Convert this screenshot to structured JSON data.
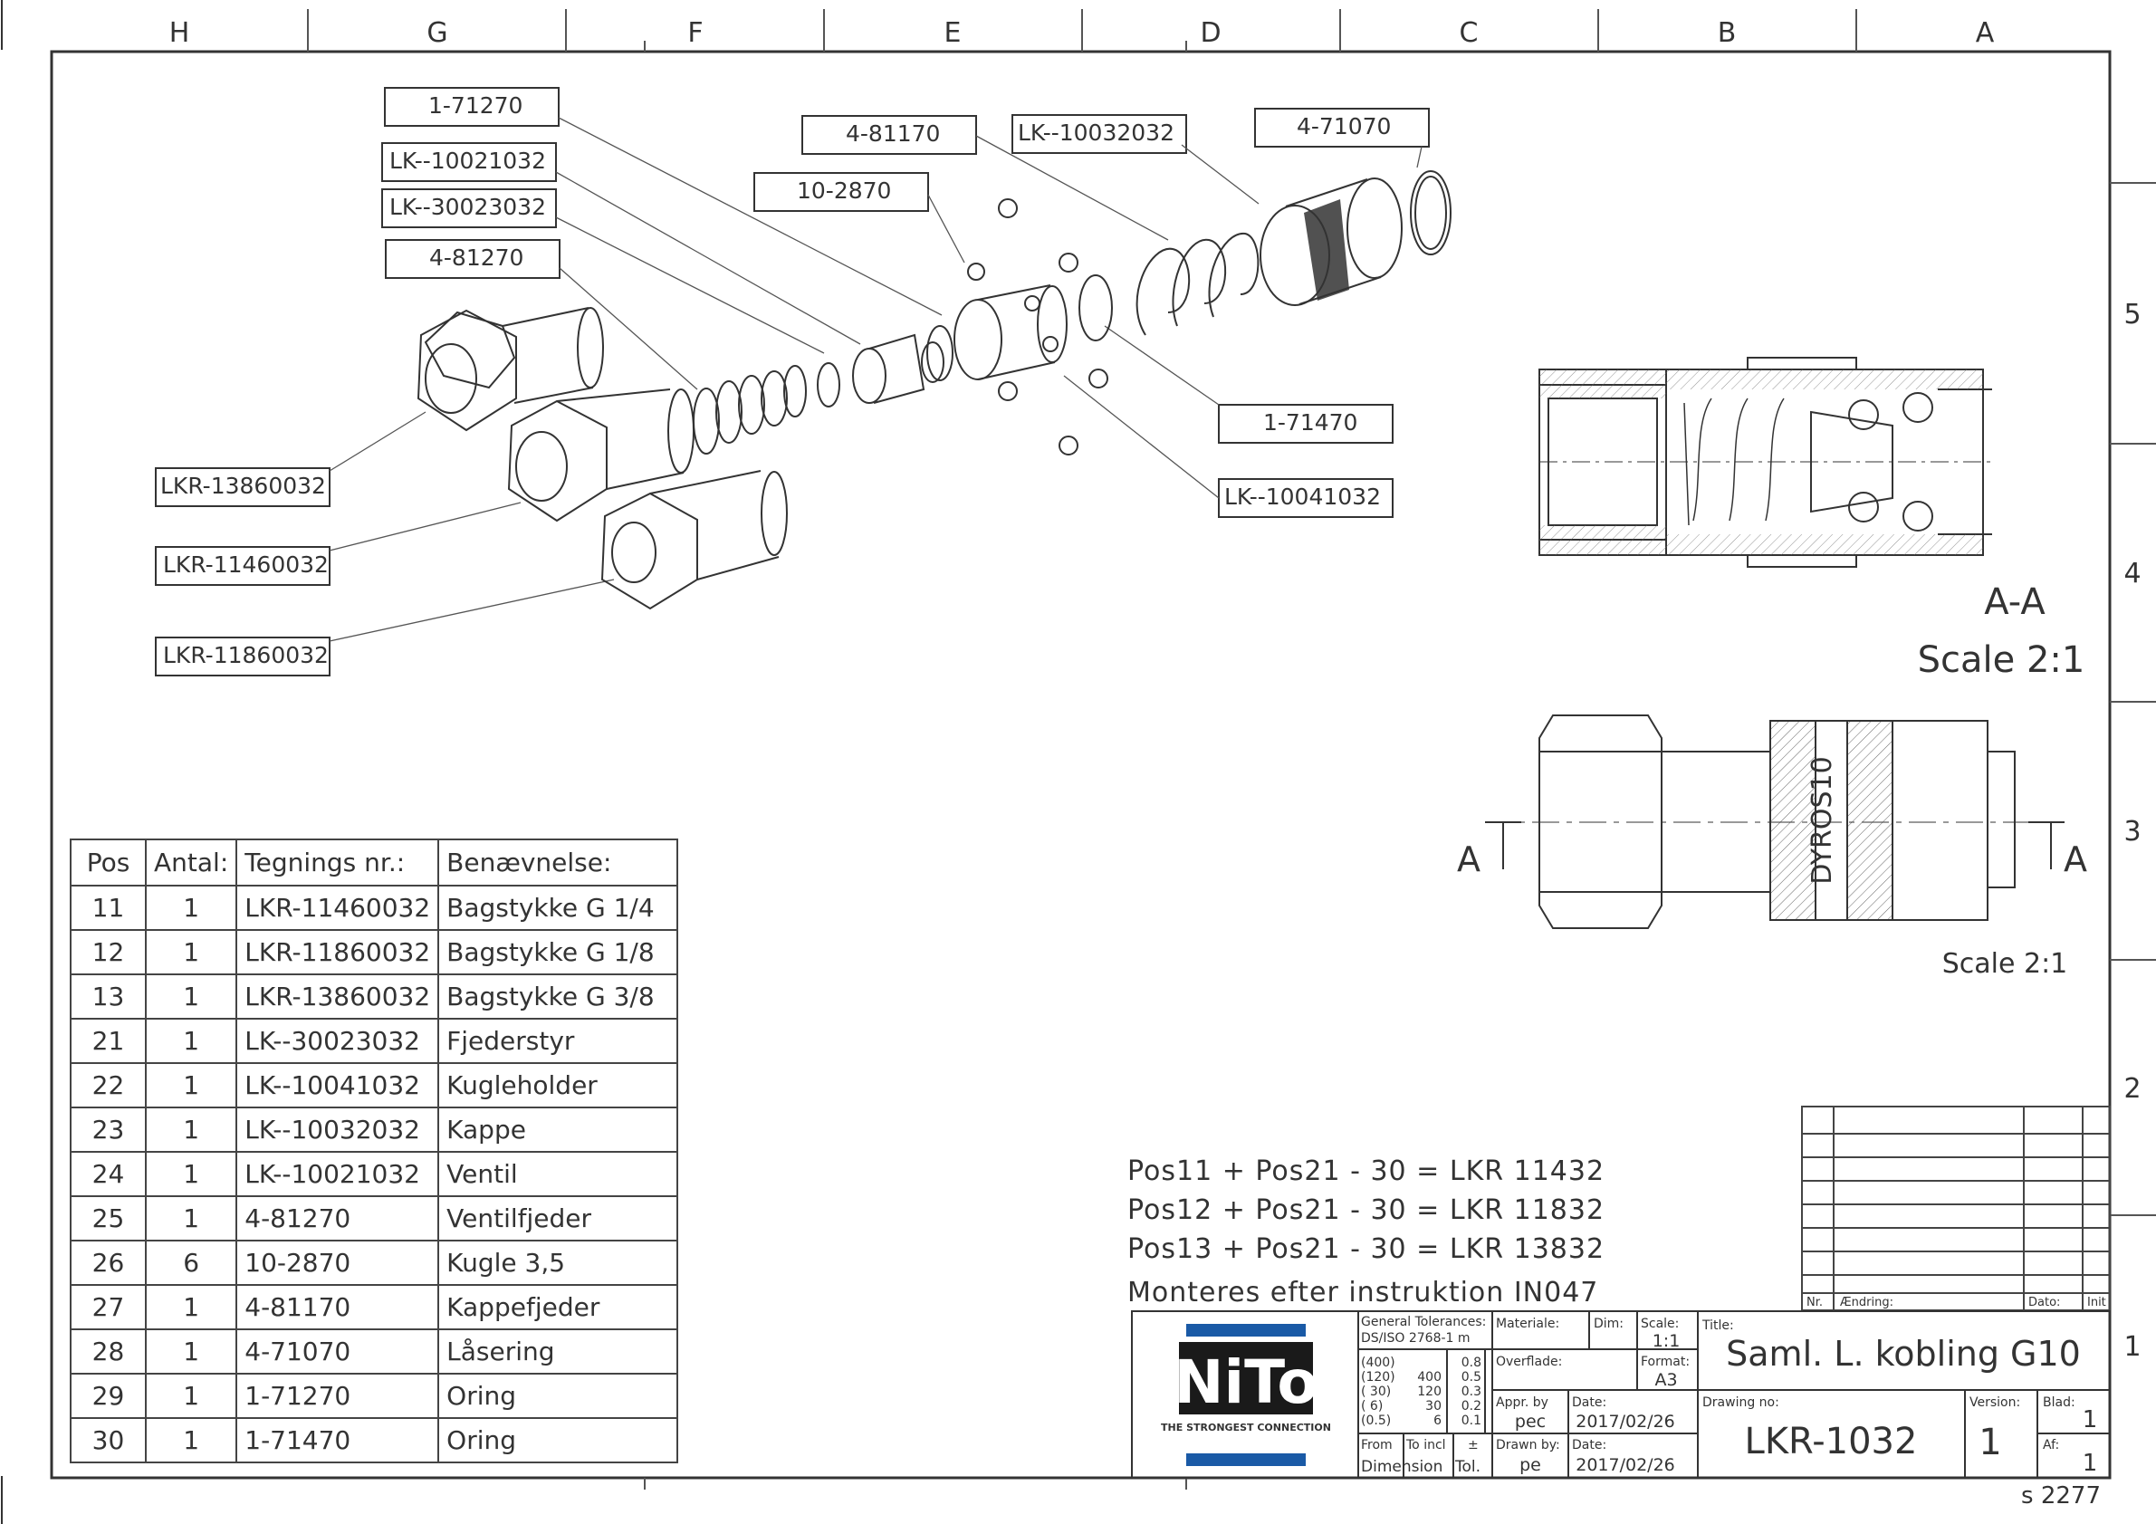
{
  "grid": {
    "columns": [
      "H",
      "G",
      "F",
      "E",
      "D",
      "C",
      "B",
      "A"
    ],
    "rows": [
      "5",
      "4",
      "3",
      "2",
      "1"
    ]
  },
  "callouts": [
    "1-71270",
    "LK--10021032",
    "LK--30023032",
    "4-81270",
    "10-2870",
    "4-81170",
    "LK--10032032",
    "4-71070",
    "1-71470",
    "LK--10041032",
    "LKR-13860032",
    "LKR-11460032",
    "LKR-11860032"
  ],
  "section_view": {
    "name": "A-A",
    "scale": "Scale 2:1"
  },
  "side_view": {
    "scale": "Scale 2:1",
    "marker_left": "A",
    "marker_right": "A",
    "engraving": "DYROS10"
  },
  "bom": {
    "headers": [
      "Pos",
      "Antal:",
      "Tegnings nr.:",
      "Benævnelse:"
    ],
    "rows": [
      {
        "pos": "11",
        "antal": "1",
        "tegning": "LKR-11460032",
        "benaevnelse": "Bagstykke G 1/4"
      },
      {
        "pos": "12",
        "antal": "1",
        "tegning": "LKR-11860032",
        "benaevnelse": "Bagstykke G 1/8"
      },
      {
        "pos": "13",
        "antal": "1",
        "tegning": "LKR-13860032",
        "benaevnelse": "Bagstykke G 3/8"
      },
      {
        "pos": "21",
        "antal": "1",
        "tegning": "LK--30023032",
        "benaevnelse": "Fjederstyr"
      },
      {
        "pos": "22",
        "antal": "1",
        "tegning": "LK--10041032",
        "benaevnelse": "Kugleholder"
      },
      {
        "pos": "23",
        "antal": "1",
        "tegning": "LK--10032032",
        "benaevnelse": "Kappe"
      },
      {
        "pos": "24",
        "antal": "1",
        "tegning": "LK--10021032",
        "benaevnelse": "Ventil"
      },
      {
        "pos": "25",
        "antal": "1",
        "tegning": "4-81270",
        "benaevnelse": "Ventilfjeder"
      },
      {
        "pos": "26",
        "antal": "6",
        "tegning": "10-2870",
        "benaevnelse": "Kugle 3,5"
      },
      {
        "pos": "27",
        "antal": "1",
        "tegning": "4-81170",
        "benaevnelse": "Kappefjeder"
      },
      {
        "pos": "28",
        "antal": "1",
        "tegning": "4-71070",
        "benaevnelse": "Låsering"
      },
      {
        "pos": "29",
        "antal": "1",
        "tegning": "1-71270",
        "benaevnelse": "Oring"
      },
      {
        "pos": "30",
        "antal": "1",
        "tegning": "1-71470",
        "benaevnelse": "Oring"
      }
    ]
  },
  "notes": [
    "Pos11 + Pos21 - 30 = LKR 11432",
    "Pos12 + Pos21 - 30 = LKR 11832",
    "Pos13 + Pos21 - 30 = LKR 13832",
    "Monteres efter instruktion IN047"
  ],
  "revision": {
    "nr": "Nr.",
    "aendring": "Ændring:",
    "dato": "Dato:",
    "init": "Init"
  },
  "title_block": {
    "logo": "NiTo",
    "logo_tagline": "THE STRONGEST CONNECTION",
    "tolerances_label": "General Tolerances:",
    "tolerances_std": "DS/ISO 2768-1 m",
    "tol_from": [
      "(400)",
      "(120)",
      "( 30)",
      "( 6)",
      "(0.5)"
    ],
    "tol_to": [
      "400",
      "120",
      "30",
      "6"
    ],
    "tol_val": [
      "0.8",
      "0.5",
      "0.3",
      "0.2",
      "0.1"
    ],
    "from_label": "From",
    "to_incl_label": "To incl",
    "pm": "±",
    "dimension_label": "Dimension",
    "tol_label": "Tol.",
    "materiale_label": "Materiale:",
    "dim_label": "Dim:",
    "scale_label": "Scale:",
    "scale": "1:1",
    "overflade_label": "Overflade:",
    "format_label": "Format:",
    "format": "A3",
    "appr_by_label": "Appr. by",
    "appr_by": "pec",
    "date_label": "Date:",
    "appr_date": "2017/02/26",
    "drawn_by_label": "Drawn by:",
    "drawn_by": "pe",
    "drawn_date": "2017/02/26",
    "title_label": "Title:",
    "title": "Saml. L. kobling G10",
    "drawing_no_label": "Drawing no:",
    "drawing_no": "LKR-1032",
    "version_label": "Version:",
    "version": "1",
    "blad_label": "Blad:",
    "blad": "1",
    "af_label": "Af:",
    "af": "1"
  },
  "sheet_id": "s 2277"
}
